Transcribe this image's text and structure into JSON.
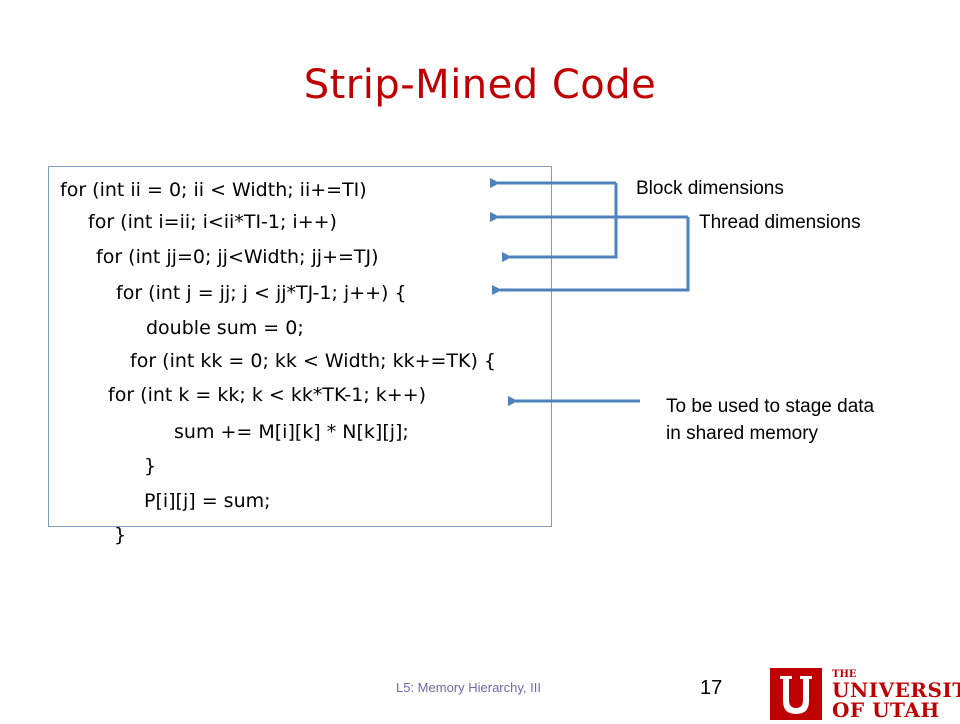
{
  "slide": {
    "title": "Strip-Mined Code",
    "code_lines": [
      "for (int ii = 0; ii < Width; ii+=TI)",
      "for (int i=ii; i<ii*TI-1; i++)",
      "for (int jj=0; jj<Width; jj+=TJ)",
      "for (int j = jj; j < jj*TJ-1; j++) {",
      "double sum = 0;",
      "for (int kk = 0; kk < Width; kk+=TK) {",
      "for (int k = kk; k < kk*TK-1; k++)",
      "sum += M[i][k] * N[k][j];",
      "}",
      "P[i][j] = sum;",
      "}"
    ],
    "annotations": {
      "block": "Block dimensions",
      "thread": "Thread dimensions",
      "stage_line1": "To be used to stage data",
      "stage_line2": "in shared memory"
    },
    "footer": "L5: Memory Hierarchy, III",
    "page_number": "17",
    "logo": {
      "the": "THE",
      "line1": "UNIVERSITY",
      "line2": "OF UTAH"
    },
    "colors": {
      "title": "#c00000",
      "arrow": "#4f81bd",
      "box_border": "#7f9fbf",
      "logo": "#c00000"
    }
  }
}
